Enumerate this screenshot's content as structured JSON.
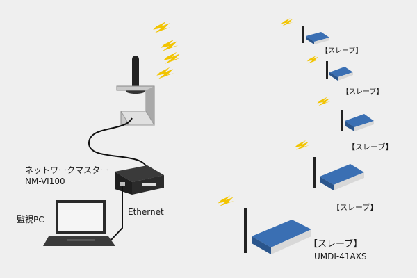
{
  "labels": {
    "network_master": "ネットワークマスター",
    "master_model": "NM-VI100",
    "monitor_pc": "監視PC",
    "ethernet": "Ethernet",
    "slave": "【スレーブ】",
    "slave_model": "UMDI-41AXS"
  },
  "icons": [
    "antenna-icon",
    "lightning-icon",
    "laptop-icon",
    "router-icon",
    "wireless-slave-device-icon"
  ],
  "colors": {
    "background": "#efefef",
    "device_body": "#3a6fb3",
    "device_base": "#d8d8d8",
    "lightning": "#f2c400",
    "cable": "#111111"
  }
}
